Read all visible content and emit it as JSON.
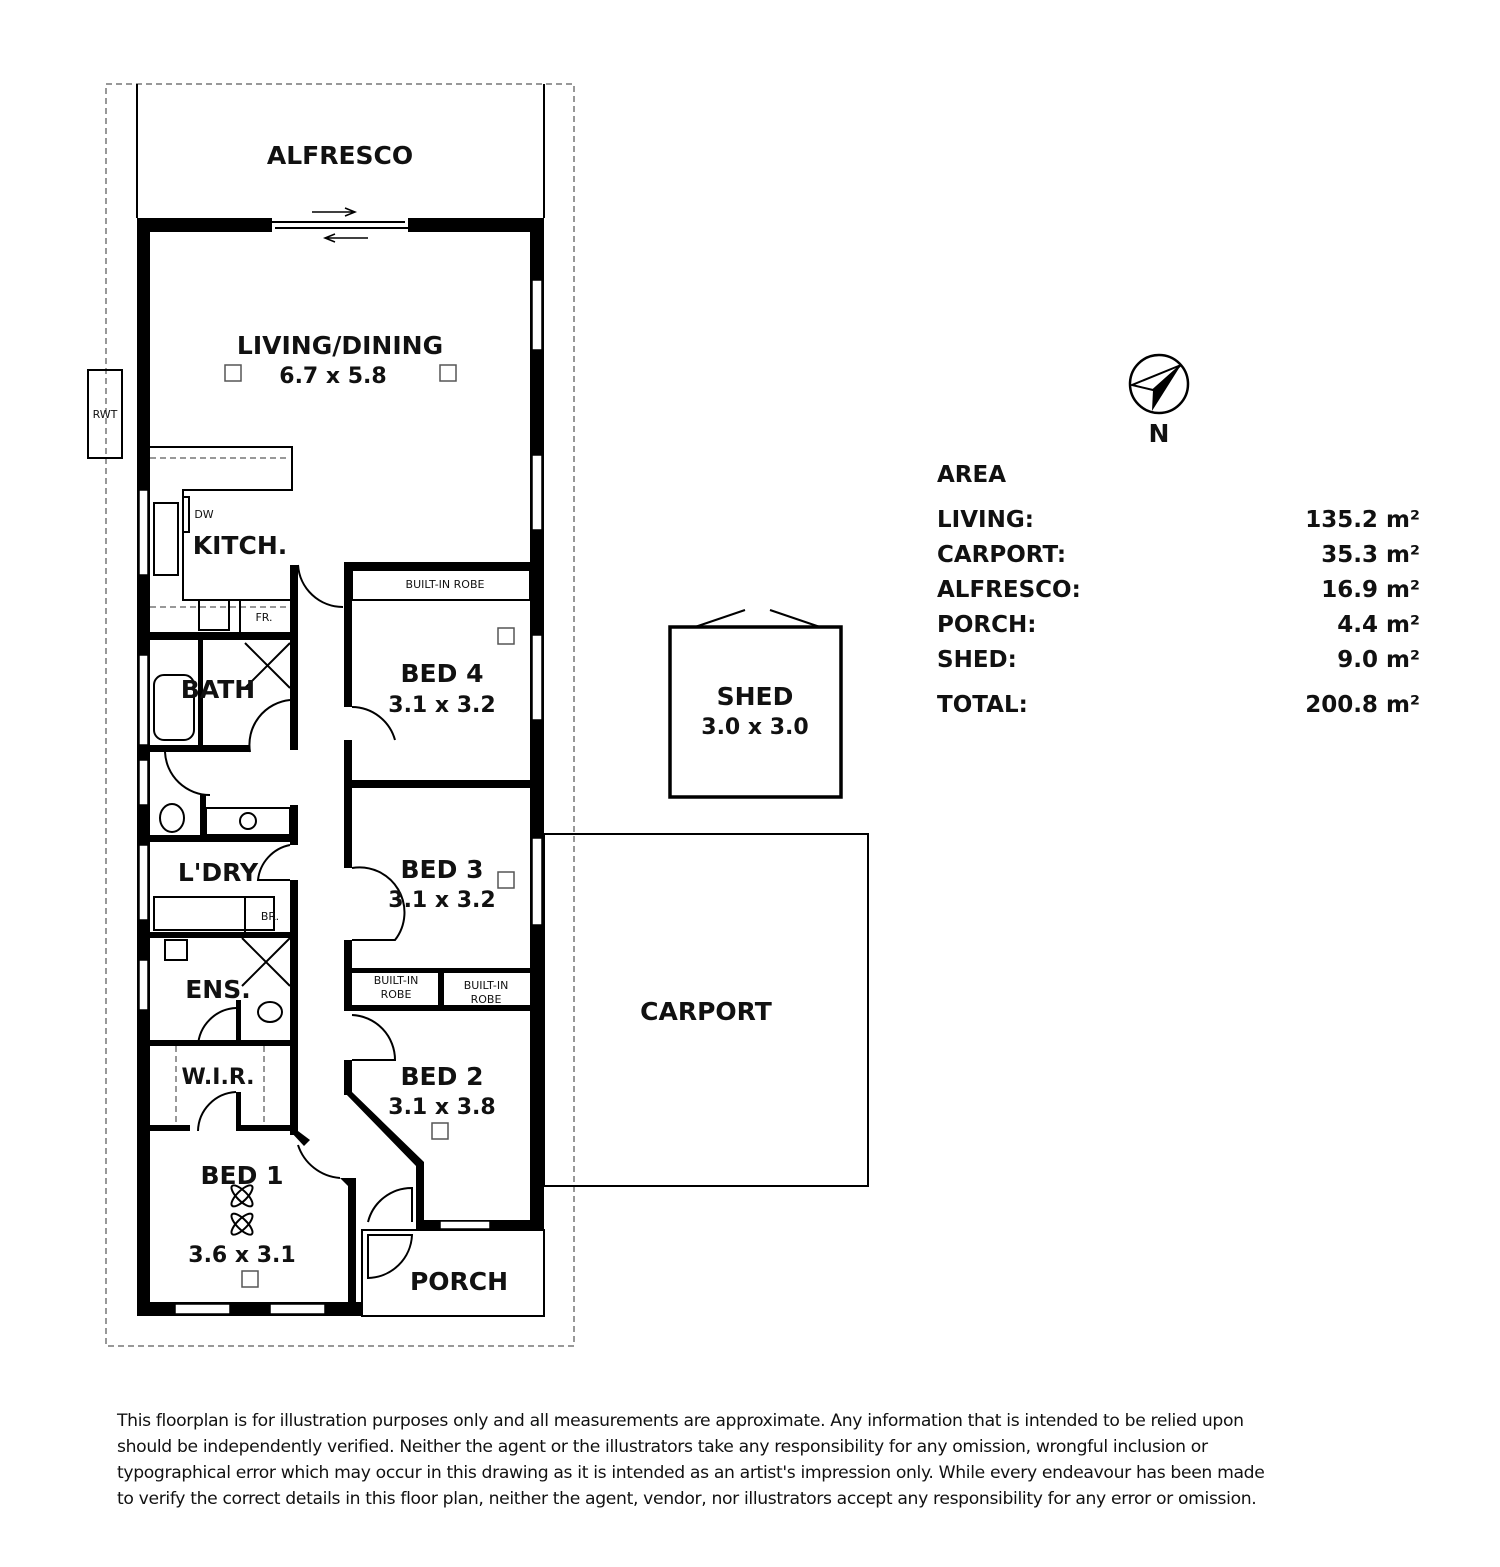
{
  "rooms": {
    "alfresco": {
      "label": "ALFRESCO"
    },
    "living": {
      "label": "LIVING/DINING",
      "dims": "6.7 x 5.8"
    },
    "kitchen": {
      "label": "KITCH.",
      "dw": "DW",
      "fr": "FR."
    },
    "bath": {
      "label": "BATH"
    },
    "laundry": {
      "label": "L'DRY",
      "br": "BR."
    },
    "ensuite": {
      "label": "ENS."
    },
    "wir": {
      "label": "W.I.R."
    },
    "bed1": {
      "label": "BED 1",
      "dims": "3.6 x 3.1"
    },
    "bed2": {
      "label": "BED 2",
      "dims": "3.1 x 3.8"
    },
    "bed3": {
      "label": "BED 3",
      "dims": "3.1 x 3.2"
    },
    "bed4": {
      "label": "BED 4",
      "dims": "3.1 x 3.2"
    },
    "robe_bed4": "BUILT-IN ROBE",
    "robe_a": [
      "BUILT-IN",
      "ROBE"
    ],
    "robe_b": [
      "BUILT-IN",
      "ROBE"
    ],
    "porch": {
      "label": "PORCH"
    },
    "shed": {
      "label": "SHED",
      "dims": "3.0 x 3.0"
    },
    "carport": {
      "label": "CARPORT"
    },
    "rwt": "RWT"
  },
  "compass": {
    "label": "N"
  },
  "area": {
    "title": "AREA",
    "rows": [
      {
        "name": "LIVING:",
        "value": "135.2 m²"
      },
      {
        "name": "CARPORT:",
        "value": "35.3 m²"
      },
      {
        "name": "ALFRESCO:",
        "value": "16.9 m²"
      },
      {
        "name": "PORCH:",
        "value": "4.4 m²"
      },
      {
        "name": "SHED:",
        "value": "9.0 m²"
      }
    ],
    "total": {
      "name": "TOTAL:",
      "value": "200.8 m²"
    }
  },
  "disclaimer": [
    "This floorplan is for illustration purposes only and all measurements are approximate. Any information that is intended to be relied upon",
    "should be independently verified. Neither the agent or the illustrators take any responsibility for any omission, wrongful inclusion or",
    "typographical error which may occur in this drawing as it is intended as an artist's impression only. While every endeavour has been made",
    "to verify the correct details in this floor plan, neither the agent, vendor, nor illustrators accept any responsibility for any error or omission."
  ]
}
